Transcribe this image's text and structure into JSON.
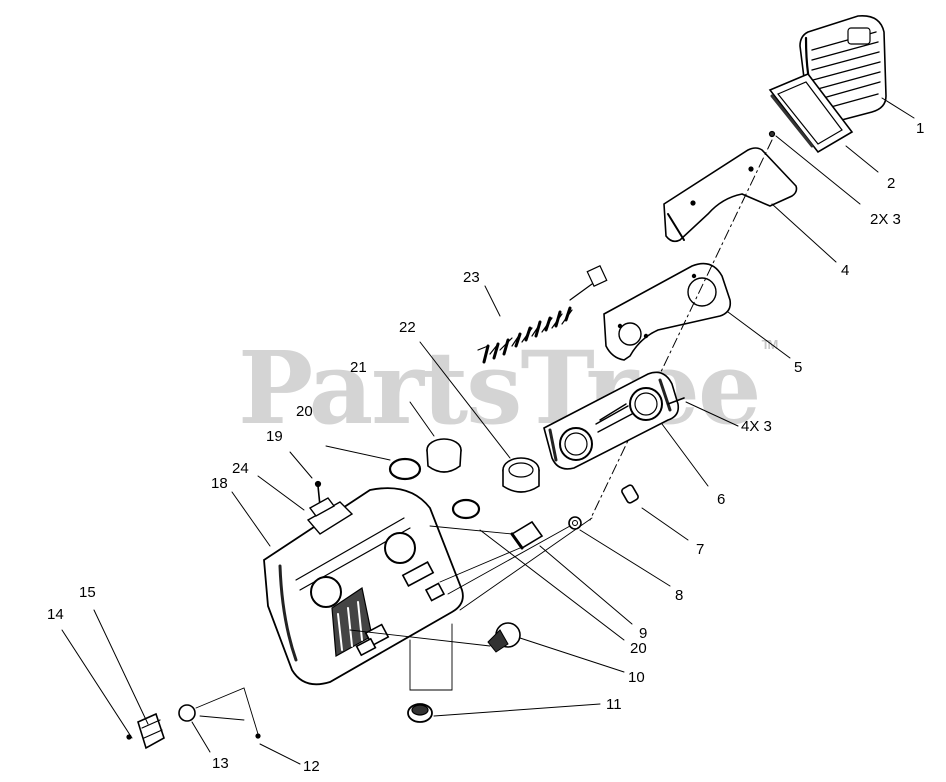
{
  "watermark": {
    "text": "PartsTree",
    "trademark": "TM"
  },
  "colors": {
    "line": "#000000",
    "part_fill": "#ffffff",
    "shade": "#2b2b2b",
    "watermark": "#d4d4d4"
  },
  "callouts": [
    {
      "key": "c1",
      "label": "1"
    },
    {
      "key": "c2",
      "label": "2"
    },
    {
      "key": "c2x3",
      "label": "2X 3"
    },
    {
      "key": "c4",
      "label": "4"
    },
    {
      "key": "c5",
      "label": "5"
    },
    {
      "key": "c4x3",
      "label": "4X 3"
    },
    {
      "key": "c6",
      "label": "6"
    },
    {
      "key": "c7",
      "label": "7"
    },
    {
      "key": "c8",
      "label": "8"
    },
    {
      "key": "c9",
      "label": "9"
    },
    {
      "key": "c20b",
      "label": "20"
    },
    {
      "key": "c10",
      "label": "10"
    },
    {
      "key": "c11",
      "label": "11"
    },
    {
      "key": "c12",
      "label": "12"
    },
    {
      "key": "c13",
      "label": "13"
    },
    {
      "key": "c14",
      "label": "14"
    },
    {
      "key": "c15",
      "label": "15"
    },
    {
      "key": "c18",
      "label": "18"
    },
    {
      "key": "c19",
      "label": "19"
    },
    {
      "key": "c20a",
      "label": "20"
    },
    {
      "key": "c21",
      "label": "21"
    },
    {
      "key": "c22",
      "label": "22"
    },
    {
      "key": "c23",
      "label": "23"
    },
    {
      "key": "c24",
      "label": "24"
    }
  ]
}
